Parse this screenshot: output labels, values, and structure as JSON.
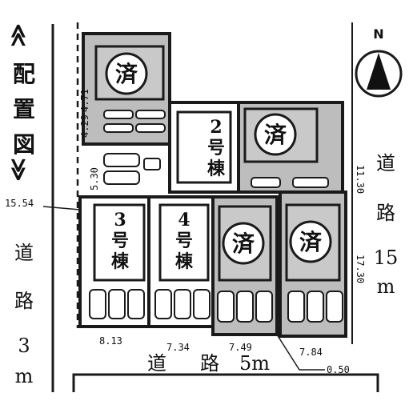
{
  "title": {
    "open": "≪",
    "text_1": "配",
    "text_2": "置",
    "text_3": "図",
    "close": "≫"
  },
  "compass": {
    "label": "N"
  },
  "sold_label": "済",
  "houses": [
    {
      "line1": "2",
      "line2": "号",
      "line3": "棟"
    },
    {
      "line1": "3",
      "line2": "号",
      "line3": "棟"
    },
    {
      "line1": "4",
      "line2": "号",
      "line3": "棟"
    }
  ],
  "roads": {
    "left": {
      "c1": "道",
      "c2": "路",
      "c3": "3",
      "c4": "m"
    },
    "right": {
      "c1": "道",
      "c2": "路",
      "c3": "15",
      "c4": "m"
    },
    "bottom": {
      "c1": "道",
      "c2": "路",
      "c3": "5m"
    }
  },
  "dimensions": {
    "d_15_54": "15.54",
    "d_5_30": "5.30",
    "d_11_30": "11.30",
    "d_17_30": "17.30",
    "d_8_13": "8.13",
    "d_7_34": "7.34",
    "d_7_49": "7.49",
    "d_7_84": "7.84",
    "d_0_50": "0.50",
    "d_4_71": "4.71",
    "d_4_29": "4.29"
  }
}
